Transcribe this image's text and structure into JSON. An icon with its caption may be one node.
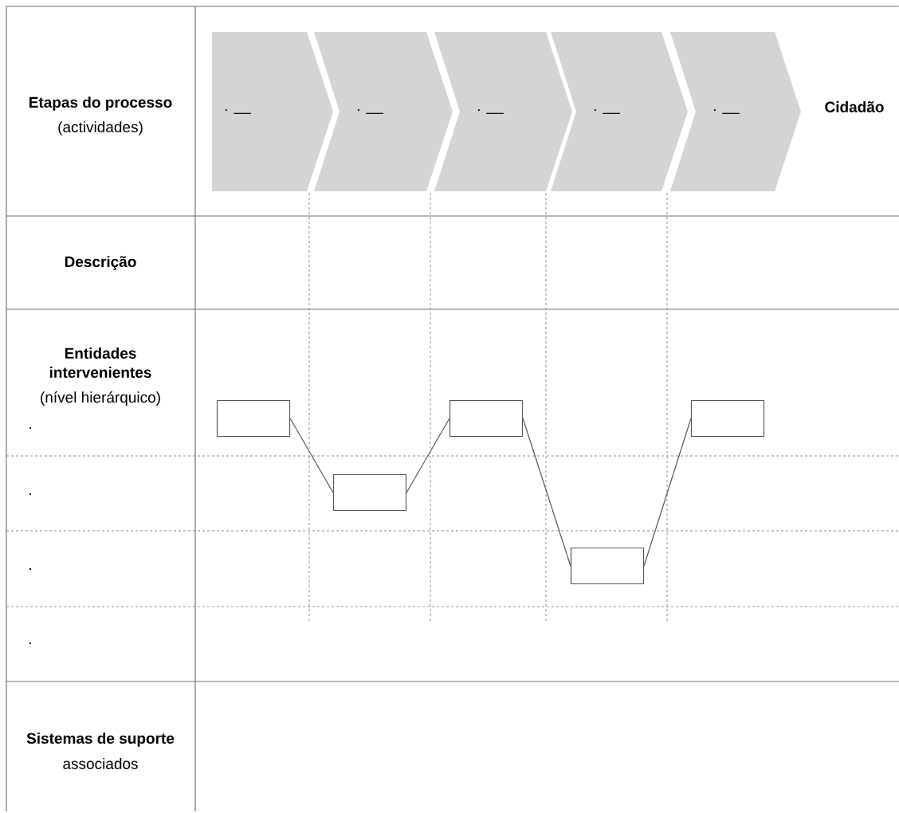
{
  "diagram": {
    "nodes": [
      {
        "text": [
          ". __"
        ]
      },
      {
        "text": [
          ". __"
        ]
      },
      {
        "text": [
          ". __"
        ]
      },
      {
        "text": [
          ". __"
        ]
      },
      {
        "text": [
          ". __"
        ]
      },
      {
        "text": [],
        "shape": "box"
      },
      {
        "text": [],
        "shape": "box"
      },
      {
        "text": [],
        "shape": "box"
      },
      {
        "text": [],
        "shape": "box"
      },
      {
        "text": [],
        "shape": "box"
      }
    ],
    "edges": [
      {
        "from": 5,
        "to": 6,
        "arrow": "none"
      },
      {
        "from": 6,
        "to": 7,
        "arrow": "none"
      },
      {
        "from": 7,
        "to": 8,
        "arrow": "none"
      },
      {
        "from": 8,
        "to": 9,
        "arrow": "none"
      }
    ],
    "labels": [
      "Etapas do processo",
      "(actividades)",
      "Cidadão",
      "Descrição",
      "Entidades intervenientes",
      "(nível hierárquico)",
      ".",
      ".",
      ".",
      ".",
      "Sistemas de suporte",
      "associados"
    ]
  }
}
